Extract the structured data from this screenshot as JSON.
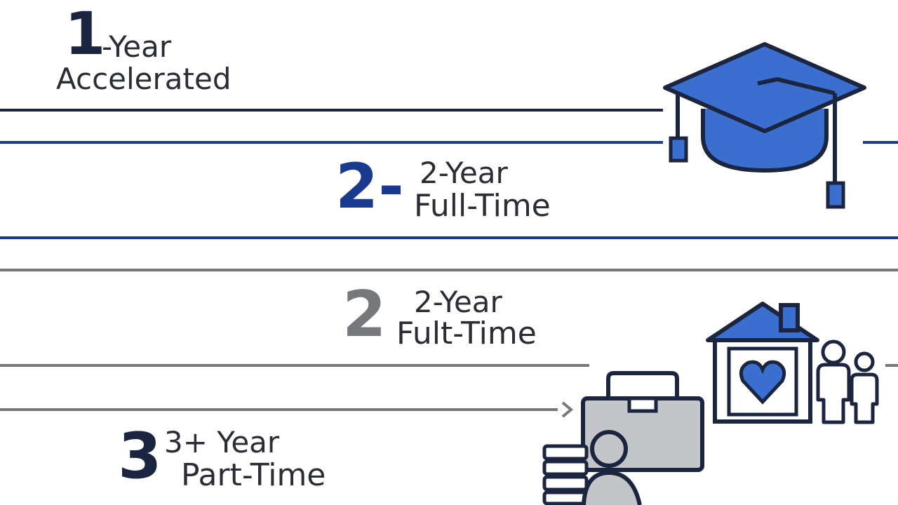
{
  "tiers": [
    {
      "number": "1",
      "line1": "-Year",
      "line2": "Accelerated"
    },
    {
      "number": "2-",
      "line1": "2-Year",
      "line2": "Full-Time"
    },
    {
      "number": "2",
      "line1": "2-Year",
      "line2": "Fult-Time"
    },
    {
      "number": "3",
      "line1": "3+ Year",
      "line2": "Part-Time"
    }
  ],
  "colors": {
    "navy": "#1c2540",
    "blue": "#1a3a8f",
    "accent_blue": "#3a6fd0",
    "gray": "#76787c",
    "text_dark": "#2b2d36"
  },
  "icons": [
    "graduation-cap-icon",
    "house-heart-icon",
    "family-icon",
    "briefcase-icon",
    "student-with-books-icon"
  ]
}
